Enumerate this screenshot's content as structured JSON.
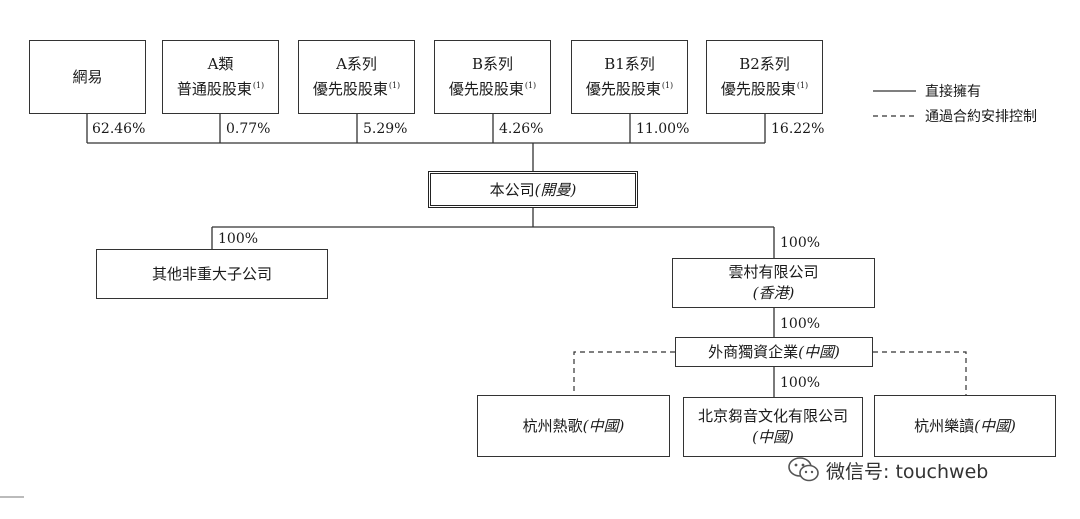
{
  "shareholders": [
    {
      "line1": "網易",
      "line2": "",
      "note": "",
      "pct": "62.46%"
    },
    {
      "line1": "A類",
      "line2": "普通股股東",
      "note": "(1)",
      "pct": "0.77%"
    },
    {
      "line1": "A系列",
      "line2": "優先股股東",
      "note": "(1)",
      "pct": "5.29%"
    },
    {
      "line1": "B系列",
      "line2": "優先股股東",
      "note": "(1)",
      "pct": "4.26%"
    },
    {
      "line1": "B1系列",
      "line2": "優先股股東",
      "note": "(1)",
      "pct": "11.00%"
    },
    {
      "line1": "B2系列",
      "line2": "優先股股東",
      "note": "(1)",
      "pct": "16.22%"
    }
  ],
  "legend": {
    "direct": "直接擁有",
    "contractual": "通過合約安排控制"
  },
  "company": {
    "name": "本公司",
    "sub": "(開曼)"
  },
  "subsidiaries": {
    "other": {
      "name": "其他非重大子公司",
      "pct": "100%"
    },
    "hk": {
      "name": "雲村有限公司",
      "sub": "(香港)",
      "pct": "100%"
    },
    "wfoe": {
      "name": "外商獨資企業",
      "sub": "(中國)",
      "pct": "100%"
    },
    "hangzhou_rege": {
      "name": "杭州熱歌",
      "sub": "(中國)"
    },
    "beijing": {
      "name": "北京芻音文化有限公司",
      "sub": "(中國)",
      "pct": "100%"
    },
    "hangzhou_ledu": {
      "name": "杭州樂讀",
      "sub": "(中國)"
    }
  },
  "watermark": {
    "text": "微信号: touchweb",
    "icon": "wechat-icon"
  },
  "colors": {
    "line": "#333333",
    "text": "#1a1a1a",
    "background": "#ffffff"
  }
}
